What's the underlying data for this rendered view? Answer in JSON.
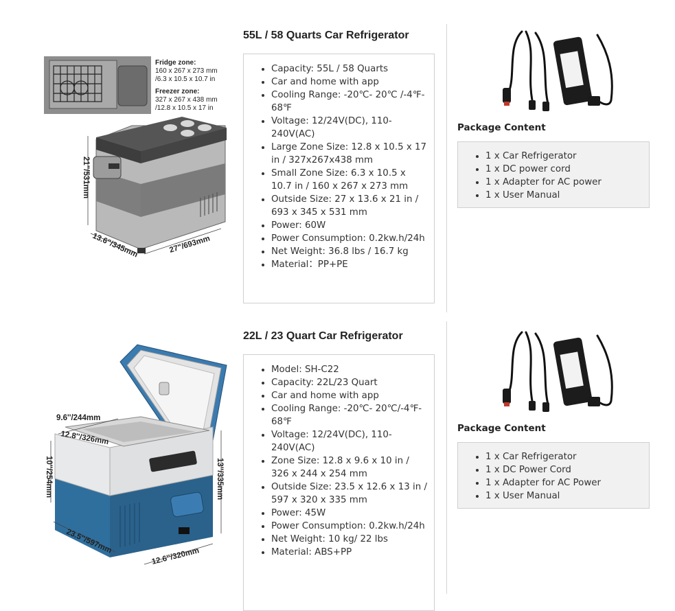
{
  "products": [
    {
      "title": "55L / 58 Quarts Car Refrigerator",
      "specs": [
        "Capacity: 55L / 58 Quarts",
        "Car and home with app",
        "Cooling Range: -20℃- 20℃ /-4℉- 68℉",
        "Voltage: 12/24V(DC), 110-240V(AC)",
        "Large Zone Size: 12.8 x 10.5 x 17 in / 327x267x438 mm",
        "Small Zone Size: 6.3 x 10.5 x 10.7 in / 160 x 267 x 273 mm",
        "Outside Size: 27 x 13.6 x 21 in / 693 x 345 x 531 mm",
        "Power: 60W",
        "Power Consumption: 0.2kw.h/24h",
        "Net Weight: 36.8 lbs / 16.7 kg",
        "Material：PP+PE"
      ],
      "package_title": "Package Content",
      "package": [
        "1 x Car Refrigerator",
        "1 x DC power cord",
        "1 x Adapter for AC power",
        "1 x User Manual"
      ],
      "image_labels": {
        "fridge_zone_title": "Fridge zone:",
        "fridge_zone_mm": "160 x 267 x 273 mm",
        "fridge_zone_in": "/6.3 x 10.5 x 10.7 in",
        "freezer_zone_title": "Freezer zone:",
        "freezer_zone_mm": "327 x 267 x 438 mm",
        "freezer_zone_in": "/12.8 x 10.5 x 17 in",
        "height": "21\"/531mm",
        "depth": "13.6\"/345mm",
        "width": "27\"/693mm"
      }
    },
    {
      "title": "22L / 23 Quart Car Refrigerator",
      "specs": [
        "Model: SH-C22",
        "Capacity: 22L/23 Quart",
        "Car and home with app",
        "Cooling Range: -20℃- 20℃/-4℉- 68℉",
        "Voltage: 12/24V(DC), 110-240V(AC)",
        "Zone Size: 12.8 x 9.6 x 10 in / 326 x 244 x 254 mm",
        "Outside Size: 23.5 x 12.6 x 13 in / 597 x 320 x 335 mm",
        "Power: 45W",
        "Power Consumption: 0.2kw.h/24h",
        "Net Weight: 10 kg/ 22 lbs",
        "Material: ABS+PP"
      ],
      "package_title": "Package Content",
      "package": [
        "1 x Car Refrigerator",
        "1 x DC Power Cord",
        "1 x Adapter for AC Power",
        "1 x User Manual"
      ],
      "image_labels": {
        "inner_depth": "9.6''/244mm",
        "inner_width": "12.8''/326mm",
        "inner_height": "10''/254mm",
        "height": "13''/335mm",
        "width": "23.5''/597mm",
        "depth": "12.6''/320mm"
      }
    }
  ],
  "colors": {
    "grey_light": "#b4b4b4",
    "grey_dark": "#7e7e7e",
    "blue": "#2f6f9e",
    "blue_light": "#5a9ac8",
    "lid_white": "#e9eaec"
  }
}
